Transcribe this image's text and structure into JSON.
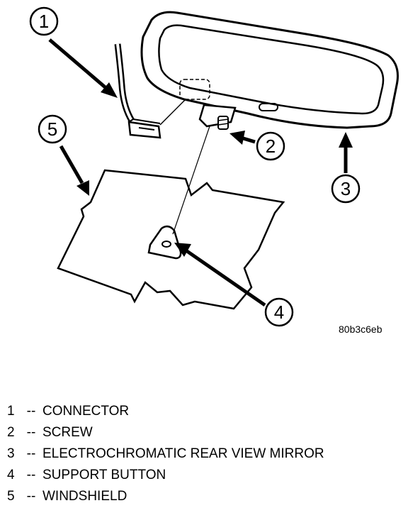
{
  "diagram": {
    "code": "80b3c6eb",
    "callouts": [
      "1",
      "2",
      "3",
      "4",
      "5"
    ]
  },
  "legend": [
    {
      "num": "1",
      "sep": "--",
      "text": "CONNECTOR"
    },
    {
      "num": "2",
      "sep": "--",
      "text": "SCREW"
    },
    {
      "num": "3",
      "sep": "--",
      "text": "ELECTROCHROMATIC REAR VIEW MIRROR"
    },
    {
      "num": "4",
      "sep": "--",
      "text": "SUPPORT BUTTON"
    },
    {
      "num": "5",
      "sep": "--",
      "text": "WINDSHIELD"
    }
  ]
}
